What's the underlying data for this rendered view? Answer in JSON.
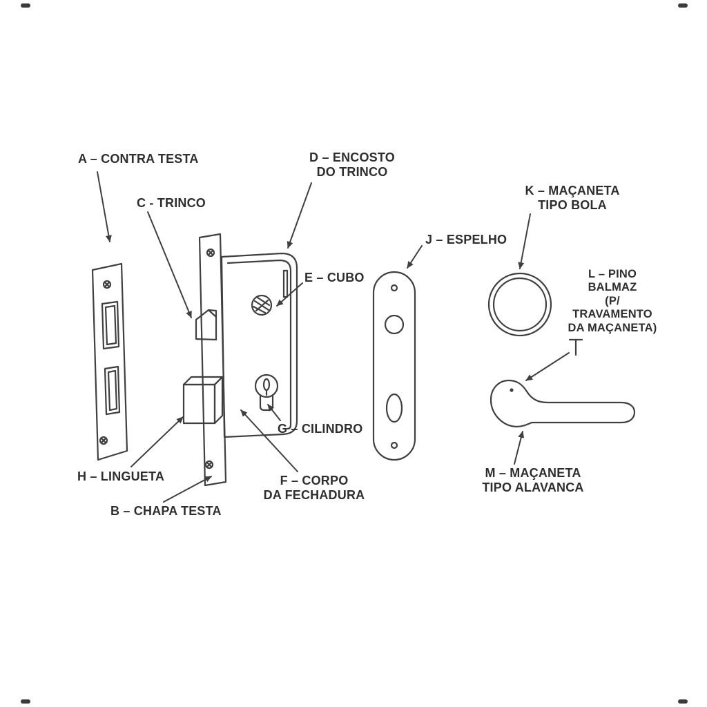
{
  "background": "#ffffff",
  "ink": "#3f3f3f",
  "text_color": "#2e2e2e",
  "labels": {
    "a": "A – CONTRA TESTA",
    "b": "B – CHAPA TESTA",
    "c": "C - TRINCO",
    "d": "D – ENCOSTO\nDO TRINCO",
    "e": "E – CUBO",
    "f": "F – CORPO\nDA FECHADURA",
    "g": "G – CILINDRO",
    "h": "H – LINGUETA",
    "j": "J – ESPELHO",
    "k": "K – MAÇANETA\nTIPO BOLA",
    "l": "L – PINO BALMAZ\n(P/ TRAVAMENTO\nDA MAÇANETA)",
    "m": "M – MAÇANETA\nTIPO ALAVANCA"
  }
}
